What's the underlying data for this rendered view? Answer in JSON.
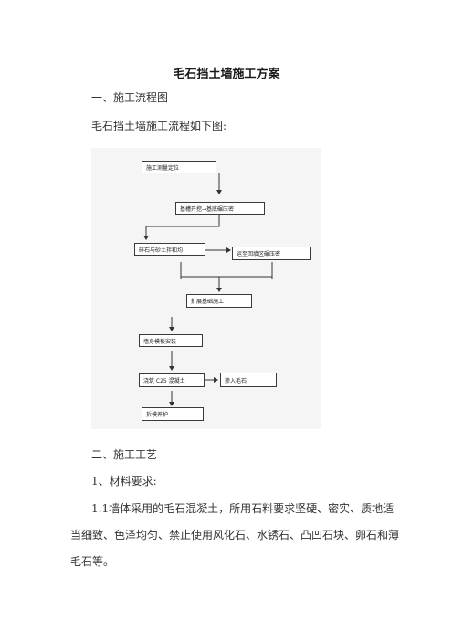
{
  "doc": {
    "title": "毛石挡土墙施工方案",
    "section1_heading": "一、施工流程图",
    "section1_intro": "毛石挡土墙施工流程如下图:",
    "section2_heading": "二、施工工艺",
    "subsection1_heading": "1、材料要求:",
    "para_1_1_line1": "1.1墙体采用的毛石混凝土，所用石料要求坚硬、密实、质地适",
    "para_1_1_line2": "当细致、色泽均匀、禁止使用风化石、水锈石、凸凹石块、卵石和薄",
    "para_1_1_line3": "毛石等。"
  },
  "flowchart": {
    "steps": {
      "survey": "施工测量定位",
      "excavate": "基槽开挖→基底碾压密",
      "mix": "碎石与砂土拌和均",
      "backfill": "运至回填区碾压密",
      "foundation": "扩展基础施工",
      "formwork": "墙身模板安装",
      "pour": "浇筑 C25 混凝土",
      "stone": "掺入毛石",
      "cure": "拆模养护"
    }
  }
}
